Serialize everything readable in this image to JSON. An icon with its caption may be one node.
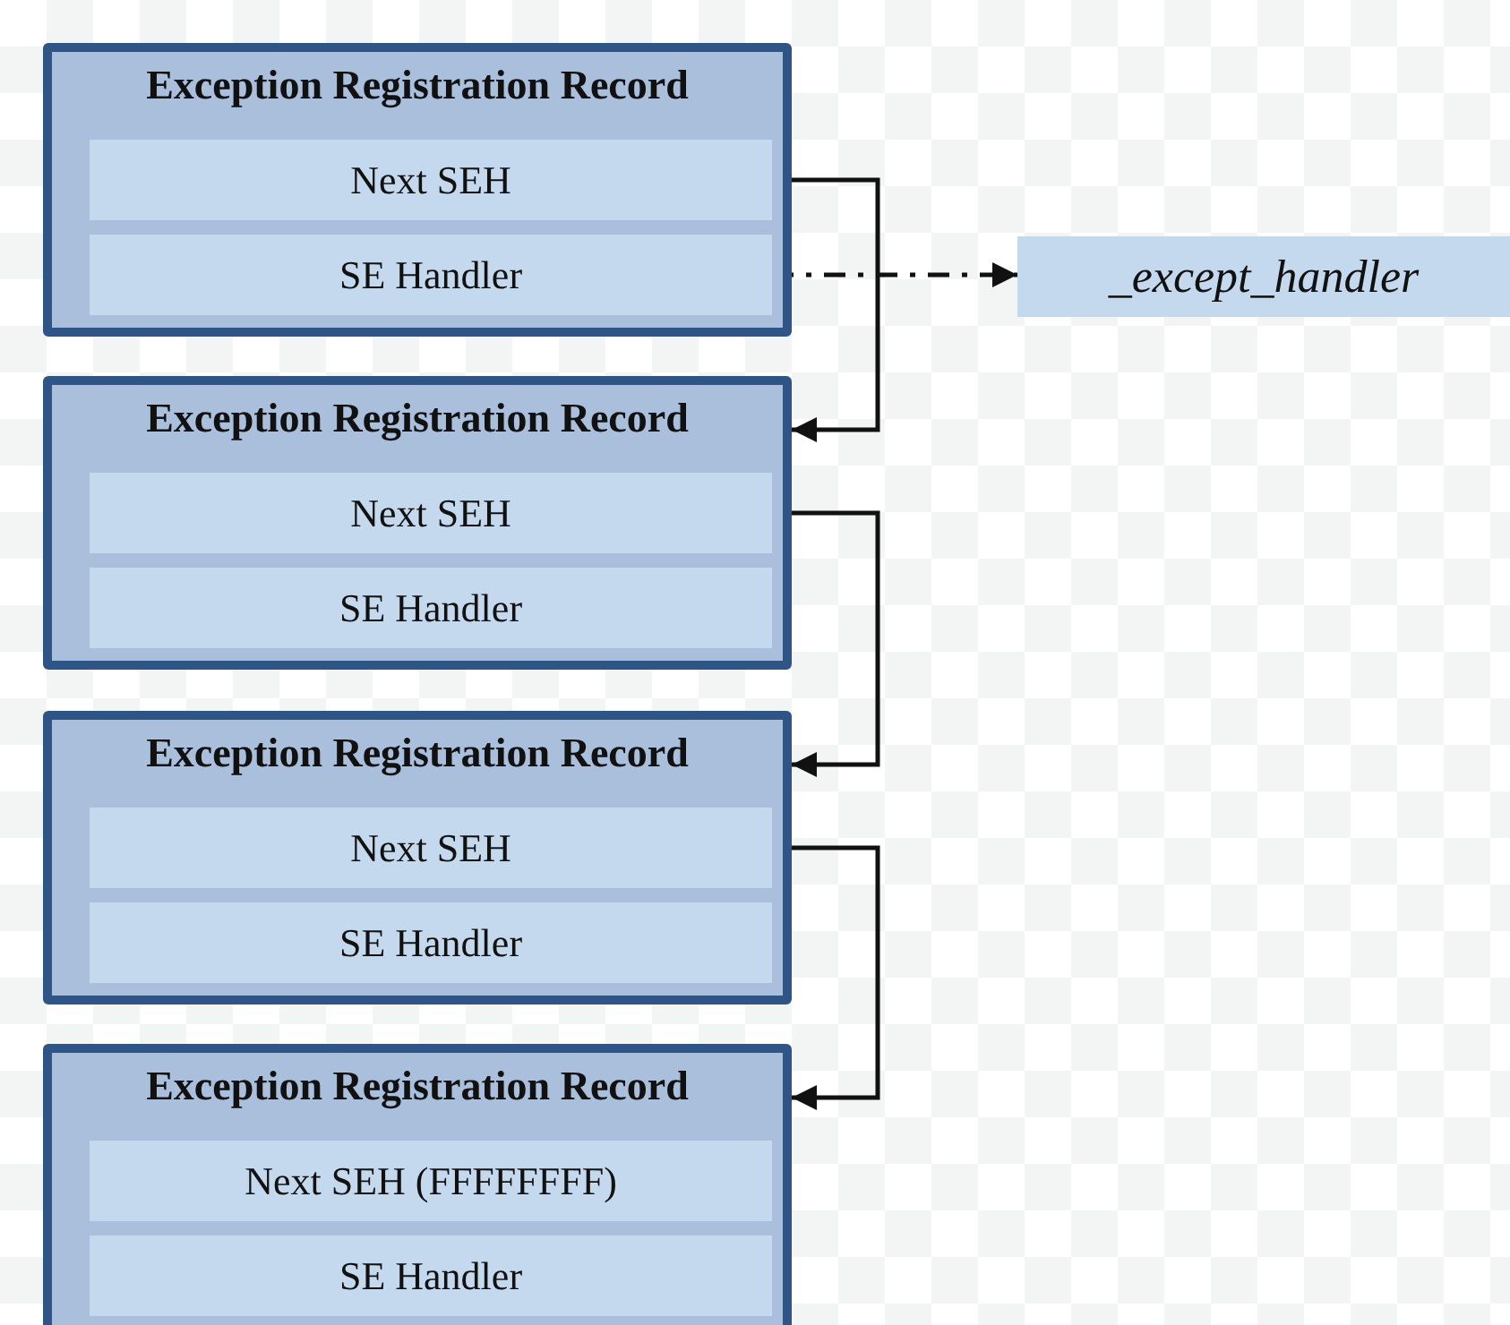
{
  "diagram": {
    "nodes": [
      {
        "text": [
          "Exception Registration Record"
        ]
      },
      {
        "text": [
          "Next SEH"
        ],
        "in": 0
      },
      {
        "text": [
          "SE Handler"
        ],
        "in": 0
      },
      {
        "text": [
          "Exception Registration Record"
        ]
      },
      {
        "text": [
          "Next SEH"
        ],
        "in": 3
      },
      {
        "text": [
          "SE Handler"
        ],
        "in": 3
      },
      {
        "text": [
          "Exception Registration Record"
        ]
      },
      {
        "text": [
          "Next SEH"
        ],
        "in": 6
      },
      {
        "text": [
          "SE Handler"
        ],
        "in": 6
      },
      {
        "text": [
          "Exception Registration Record"
        ]
      },
      {
        "text": [
          "Next SEH (FFFFFFFF)"
        ],
        "in": 9
      },
      {
        "text": [
          "SE Handler"
        ],
        "in": 9
      },
      {
        "text": [
          "_except_handler"
        ]
      }
    ],
    "edges": [
      {
        "from": 1,
        "to": 3,
        "arrow": "to"
      },
      {
        "from": 2,
        "to": 12,
        "arrow": "to",
        "style": "dashed"
      },
      {
        "from": 4,
        "to": 6,
        "arrow": "to"
      },
      {
        "from": 7,
        "to": 9,
        "arrow": "to"
      }
    ]
  }
}
